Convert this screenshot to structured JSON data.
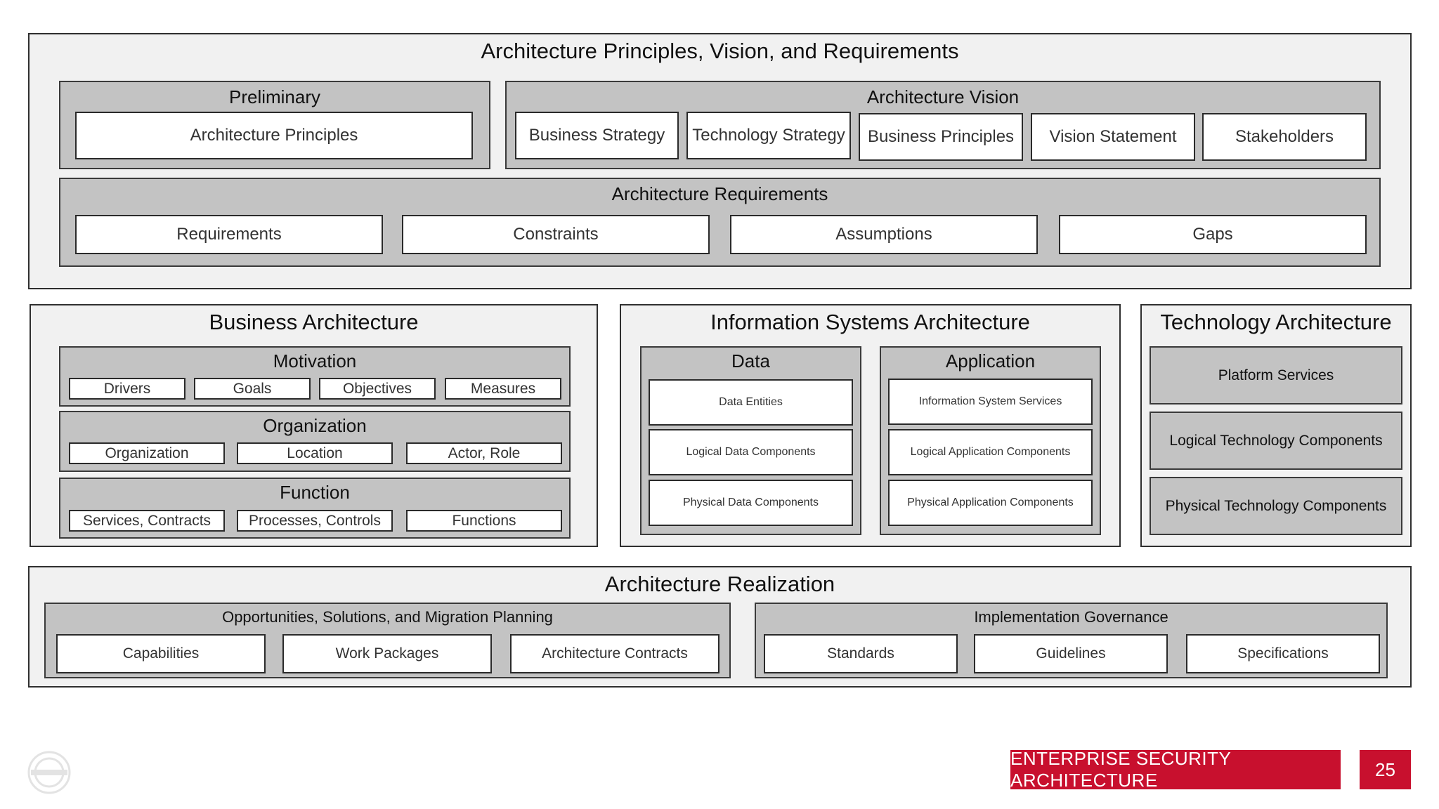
{
  "top_panel": {
    "title": "Architecture Principles, Vision, and Requirements",
    "preliminary": {
      "title": "Preliminary",
      "items": [
        "Architecture Principles"
      ]
    },
    "vision": {
      "title": "Architecture Vision",
      "items": [
        "Business Strategy",
        "Technology Strategy",
        "Business Principles",
        "Vision Statement",
        "Stakeholders"
      ]
    },
    "requirements": {
      "title": "Architecture Requirements",
      "items": [
        "Requirements",
        "Constraints",
        "Assumptions",
        "Gaps"
      ]
    }
  },
  "business": {
    "title": "Business Architecture",
    "motivation": {
      "title": "Motivation",
      "items": [
        "Drivers",
        "Goals",
        "Objectives",
        "Measures"
      ]
    },
    "organization": {
      "title": "Organization",
      "items": [
        "Organization",
        "Location",
        "Actor, Role"
      ]
    },
    "function": {
      "title": "Function",
      "items": [
        "Services, Contracts",
        "Processes, Controls",
        "Functions"
      ]
    }
  },
  "infosys": {
    "title": "Information Systems Architecture",
    "data": {
      "title": "Data",
      "items": [
        "Data Entities",
        "Logical Data Components",
        "Physical Data Components"
      ]
    },
    "application": {
      "title": "Application",
      "items": [
        "Information System Services",
        "Logical Application Components",
        "Physical Application Components"
      ]
    }
  },
  "technology": {
    "title": "Technology Architecture",
    "items": [
      "Platform Services",
      "Logical Technology Components",
      "Physical Technology Components"
    ]
  },
  "realization": {
    "title": "Architecture Realization",
    "planning": {
      "title": "Opportunities, Solutions, and Migration Planning",
      "items": [
        "Capabilities",
        "Work Packages",
        "Architecture Contracts"
      ]
    },
    "governance": {
      "title": "Implementation Governance",
      "items": [
        "Standards",
        "Guidelines",
        "Specifications"
      ]
    }
  },
  "footer": {
    "label": "ENTERPRISE SECURITY ARCHITECTURE",
    "page": "25",
    "accent": "#c8102e"
  }
}
